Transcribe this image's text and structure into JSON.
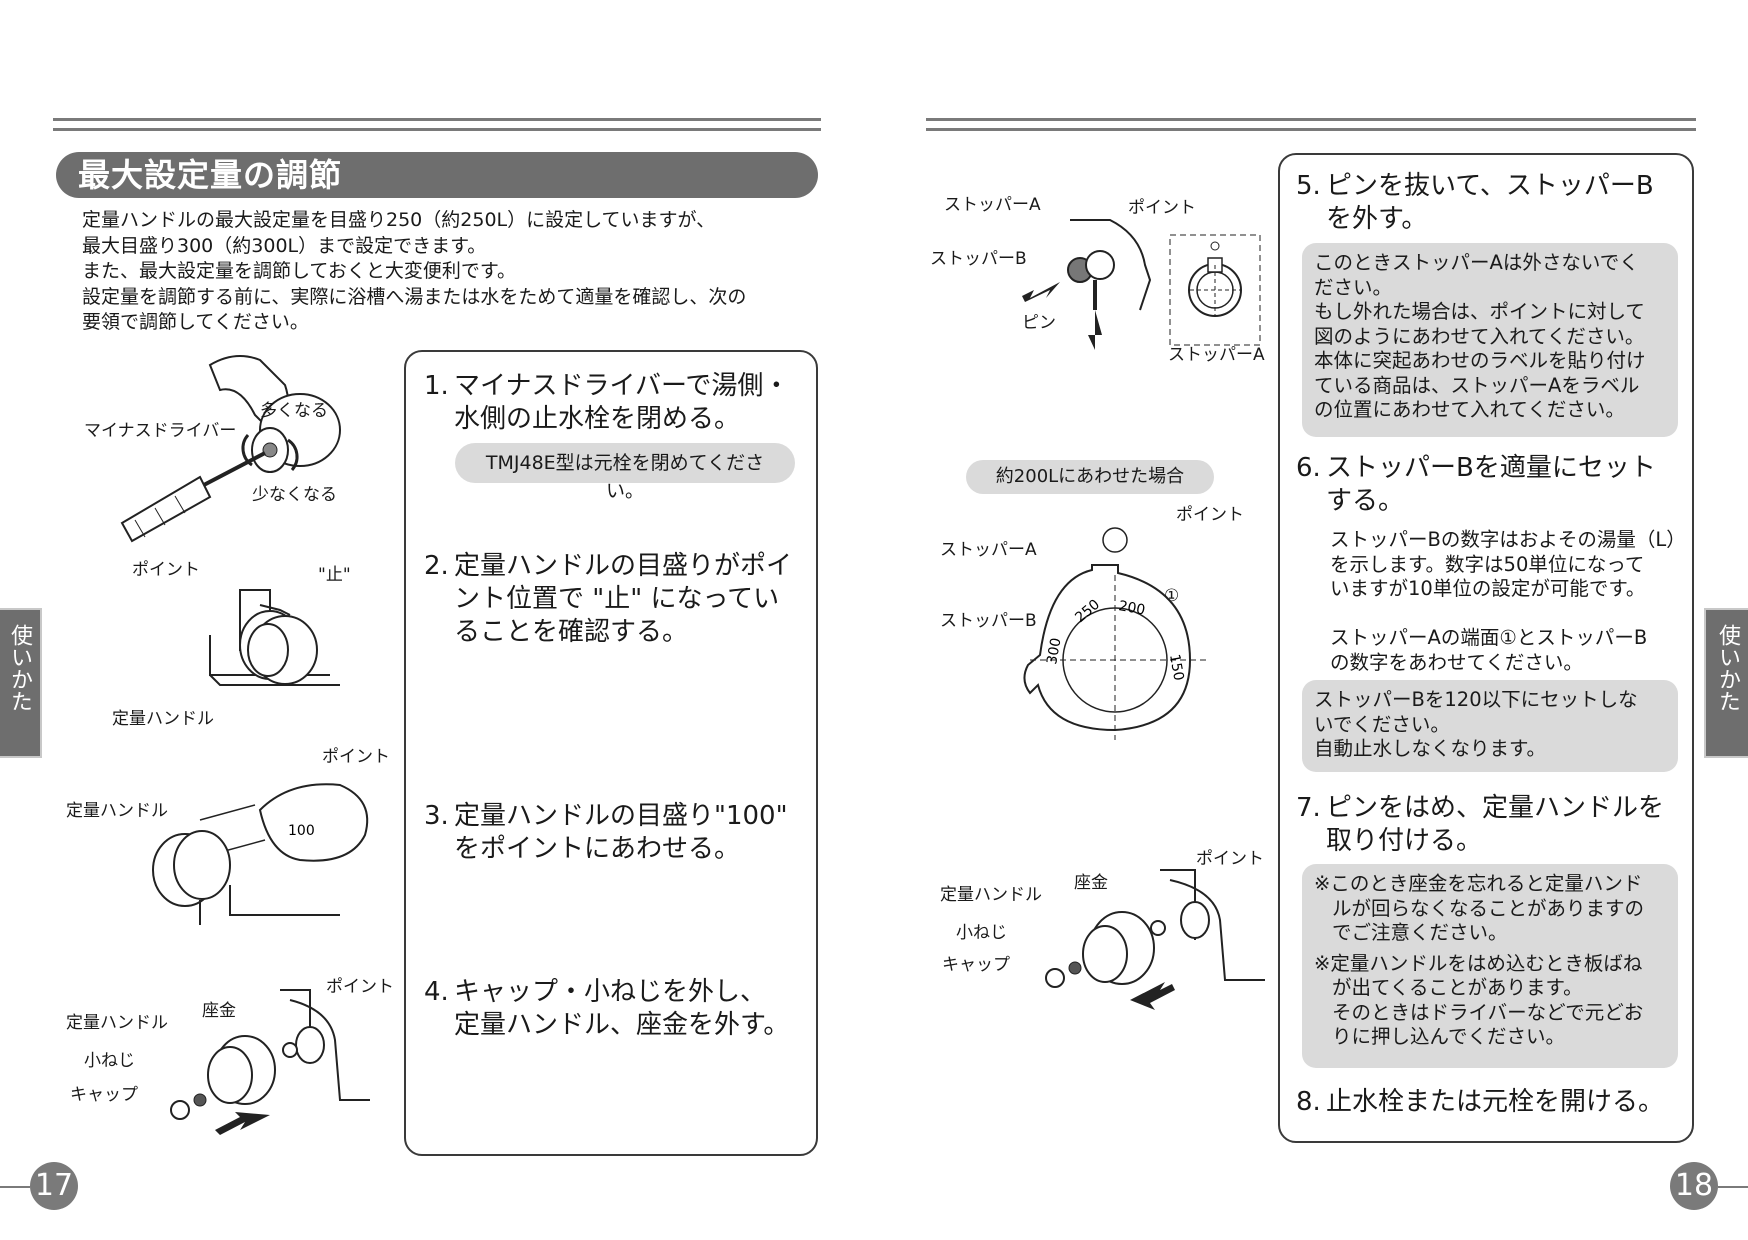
{
  "left_page": {
    "title": "最大設定量の調節",
    "intro": [
      "定量ハンドルの最大設定量を目盛り250（約250L）に設定していますが、",
      "最大目盛り300（約300L）まで設定できます。",
      "また、最大設定量を調節しておくと大変便利です。",
      "設定量を調節する前に、実際に浴槽へ湯または水をためて適量を確認し、次の",
      "要領で調節してください。"
    ],
    "steps": [
      {
        "num": "1.",
        "lines": [
          "マイナスドライバーで湯側・",
          "水側の止水栓を閉める。"
        ],
        "note": "TMJ48E型は元栓を閉めてください。"
      },
      {
        "num": "2.",
        "lines": [
          "定量ハンドルの目盛りがポイ",
          "ント位置で \"止\" になってい",
          "ることを確認する。"
        ]
      },
      {
        "num": "3.",
        "lines": [
          "定量ハンドルの目盛り\"100\"",
          "をポイントにあわせる。"
        ]
      },
      {
        "num": "4.",
        "lines": [
          "キャップ・小ねじを外し、",
          "定量ハンドル、座金を外す。"
        ]
      }
    ],
    "fig_labels": {
      "screwdriver": "マイナスドライバー",
      "more": "多くなる",
      "less": "少なくなる",
      "point": "ポイント",
      "stop": "\"止\"",
      "handle": "定量ハンドル",
      "washer": "座金",
      "screw": "小ねじ",
      "cap": "キャップ",
      "dial_mark": "100"
    },
    "side_tab": "使いかた",
    "page_number": "17"
  },
  "right_page": {
    "steps": [
      {
        "num": "5.",
        "lines": [
          "ピンを抜いて、ストッパーB",
          "を外す。"
        ],
        "note": [
          "このときストッパーAは外さないでく",
          "ださい。",
          "もし外れた場合は、ポイントに対して",
          "図のようにあわせて入れてください。",
          "本体に突起あわせのラベルを貼り付け",
          "ている商品は、ストッパーAをラベル",
          "の位置にあわせて入れてください。"
        ]
      },
      {
        "num": "6.",
        "lines": [
          "ストッパーBを適量にセット",
          "する。"
        ],
        "text1": [
          "ストッパーBの数字はおよその湯量（L）",
          "を示します。数字は50単位になって",
          "いますが10単位の設定が可能です。"
        ],
        "text2": [
          "ストッパーAの端面①とストッパーB",
          "の数字をあわせてください。"
        ],
        "note": [
          "ストッパーBを120以下にセットしな",
          "いでください。",
          "自動止水しなくなります。"
        ]
      },
      {
        "num": "7.",
        "lines": [
          "ピンをはめ、定量ハンドルを",
          "取り付ける。"
        ],
        "notes": [
          [
            "※このとき座金を忘れると定量ハンド",
            "ルが回らなくなることがありますの",
            "でご注意ください。"
          ],
          [
            "※定量ハンドルをはめ込むとき板ばね",
            "が出てくることがあります。",
            "そのときはドライバーなどで元どお",
            "りに押し込んでください。"
          ]
        ]
      },
      {
        "num": "8.",
        "lines": [
          "止水栓または元栓を開ける。"
        ]
      }
    ],
    "fig_labels": {
      "stopper_a": "ストッパーA",
      "stopper_b": "ストッパーB",
      "point": "ポイント",
      "pin": "ピン",
      "example": "約200Lにあわせた場合",
      "circle_one": "①",
      "scale_250": "250",
      "scale_200": "200",
      "scale_300": "300",
      "scale_150": "150",
      "handle": "定量ハンドル",
      "washer": "座金",
      "screw": "小ねじ",
      "cap": "キャップ"
    },
    "side_tab": "使いかた",
    "page_number": "18"
  },
  "colors": {
    "title_bg": "#6e6e6e",
    "note_bg": "#dadada",
    "rule": "#7a7a7a"
  }
}
